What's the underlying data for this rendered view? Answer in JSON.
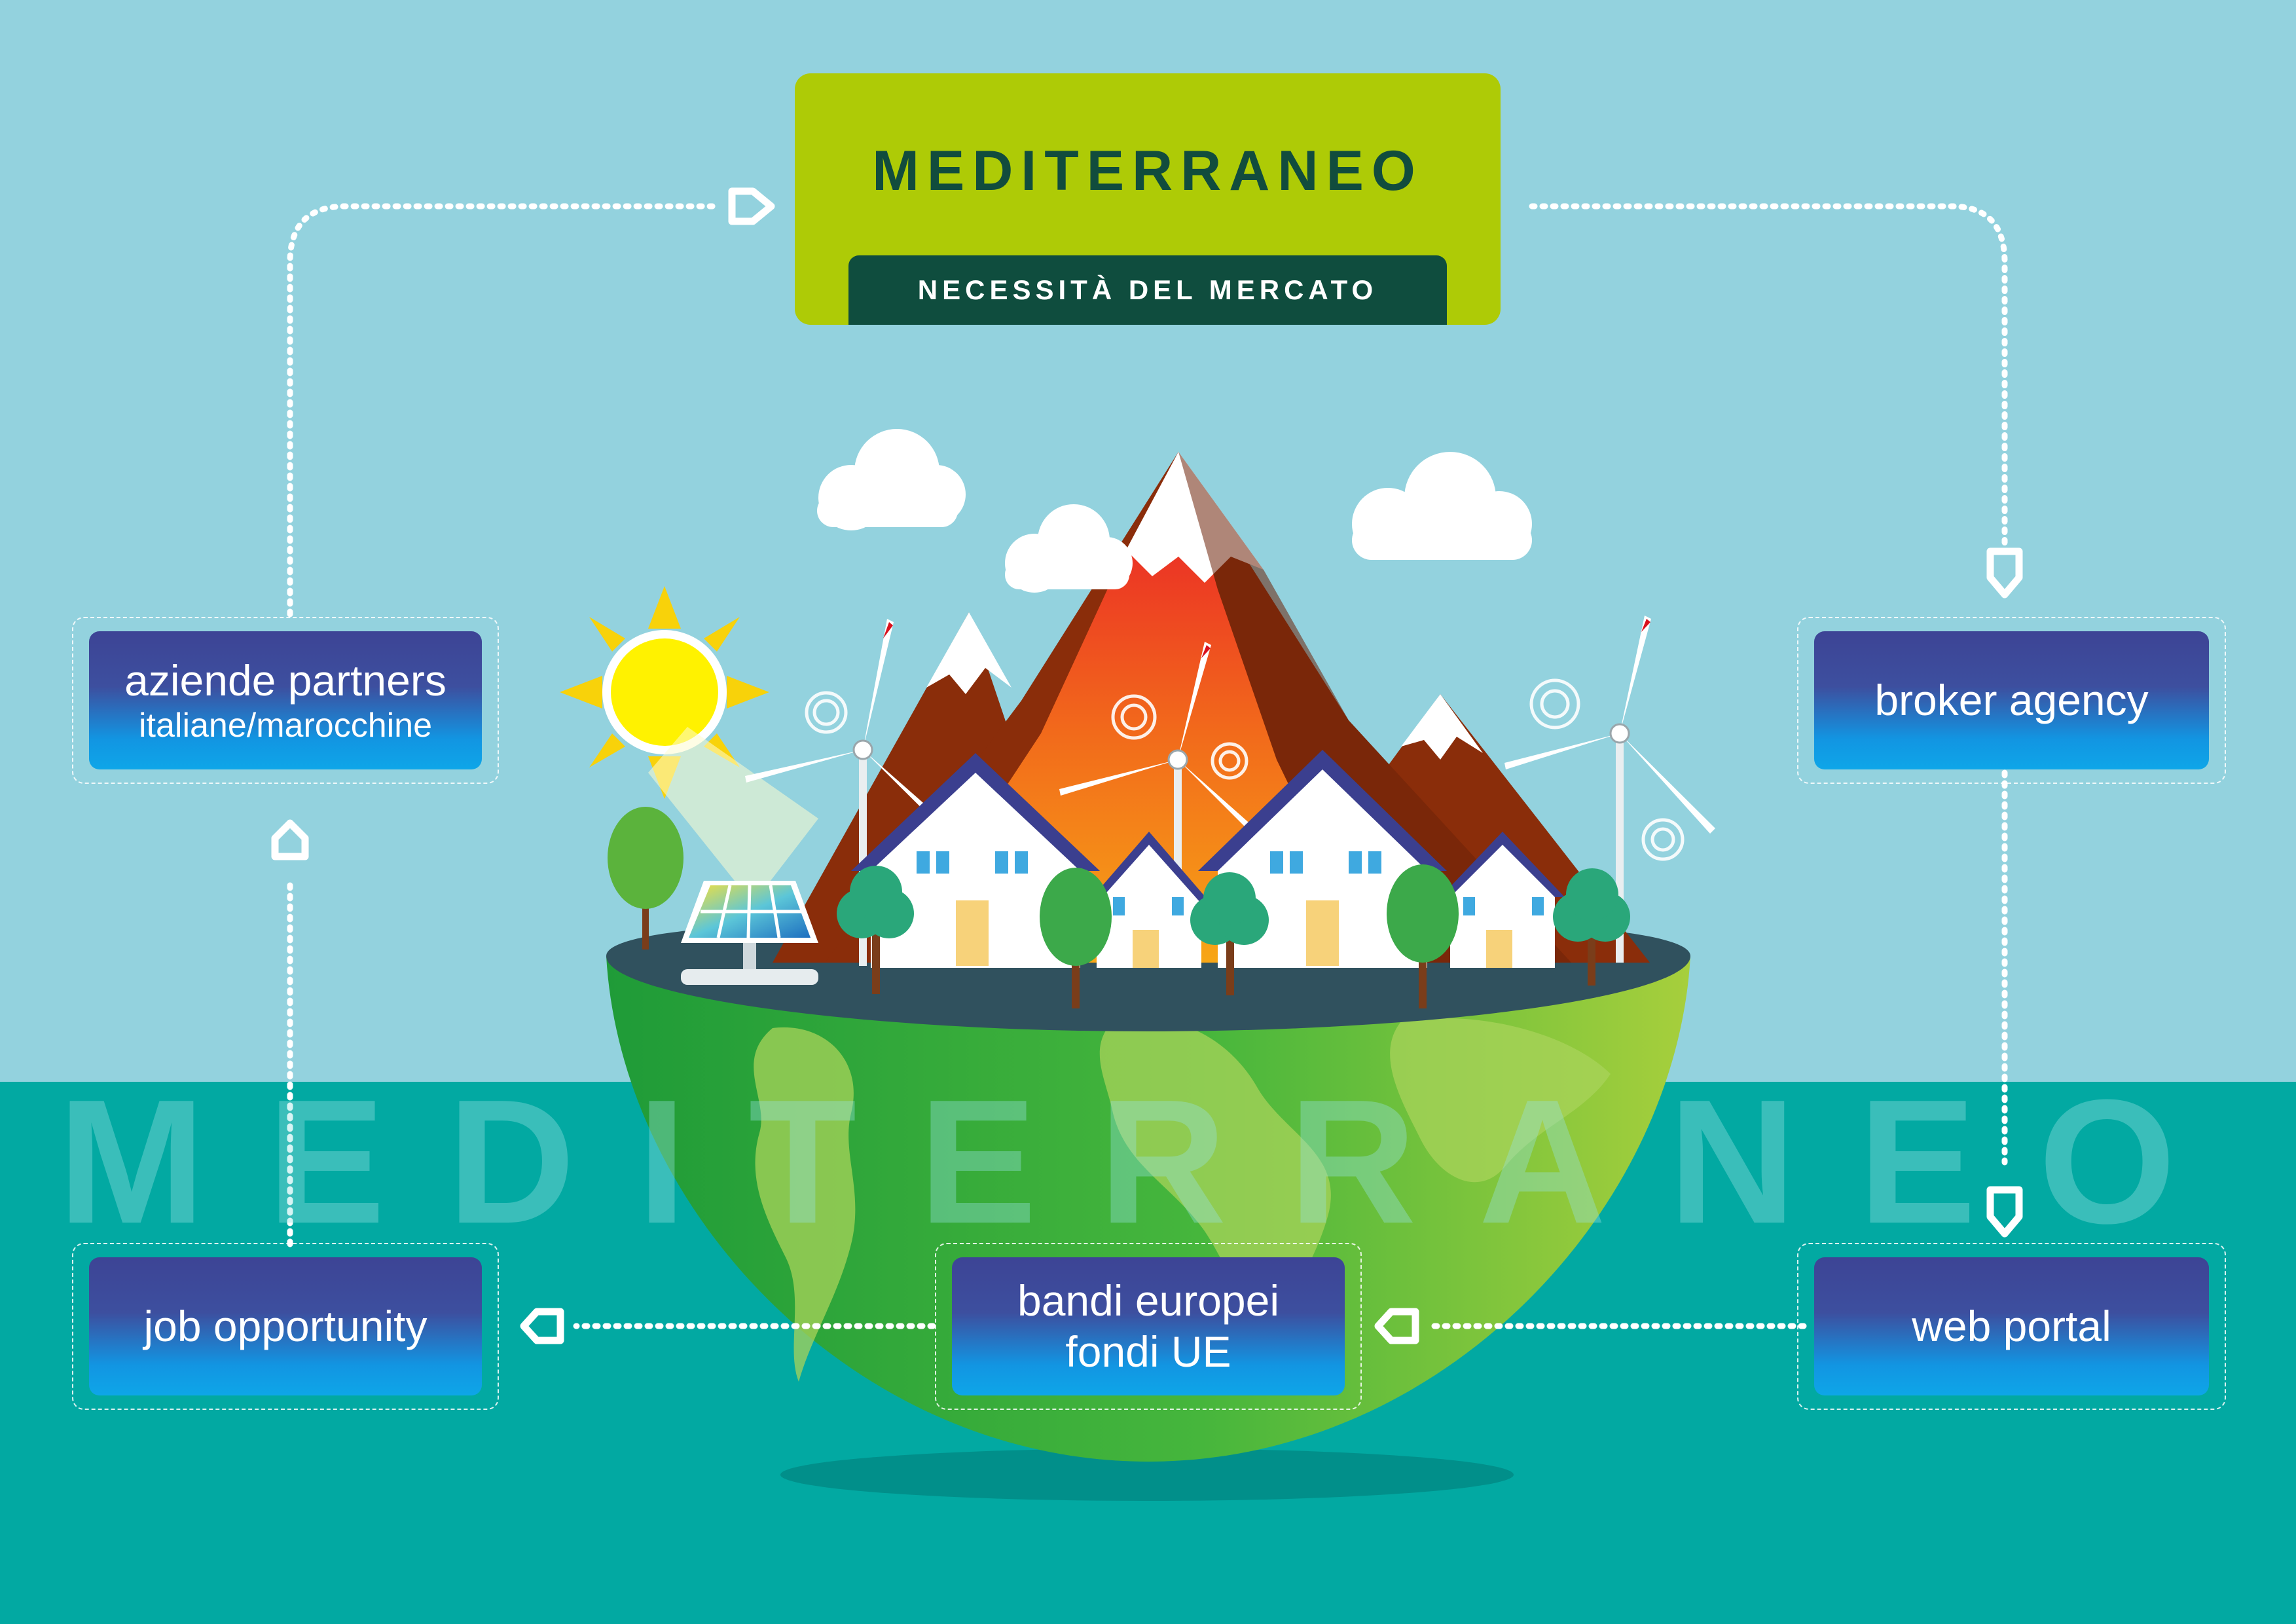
{
  "header": {
    "title": "MEDITERRANEO",
    "subtitle": "NECESSITÀ DEL MERCATO"
  },
  "watermark": "MEDITERRANEO",
  "boxes": {
    "aziende": {
      "line1": "aziende partners",
      "line2": "italiane/marocchine"
    },
    "broker": {
      "line1": "broker agency"
    },
    "job": {
      "line1": "job opportunity"
    },
    "bandi": {
      "line1": "bandi europei",
      "line2": "fondi UE"
    },
    "web": {
      "line1": "web portal"
    }
  },
  "colors": {
    "sky": "#93d2de",
    "sea": "#02a9a2",
    "title_green": "#aecb06",
    "title_dark": "#0f4d3e",
    "card_top": "#3d4495",
    "card_bottom": "#0ea6e8",
    "globe_green": "#2eaa3c"
  },
  "icons": [
    "sun-icon",
    "cloud-icon",
    "mountain-icon",
    "wind-turbine-icon",
    "solar-panel-icon",
    "house-icon",
    "tree-icon",
    "arrow-head-icon"
  ]
}
